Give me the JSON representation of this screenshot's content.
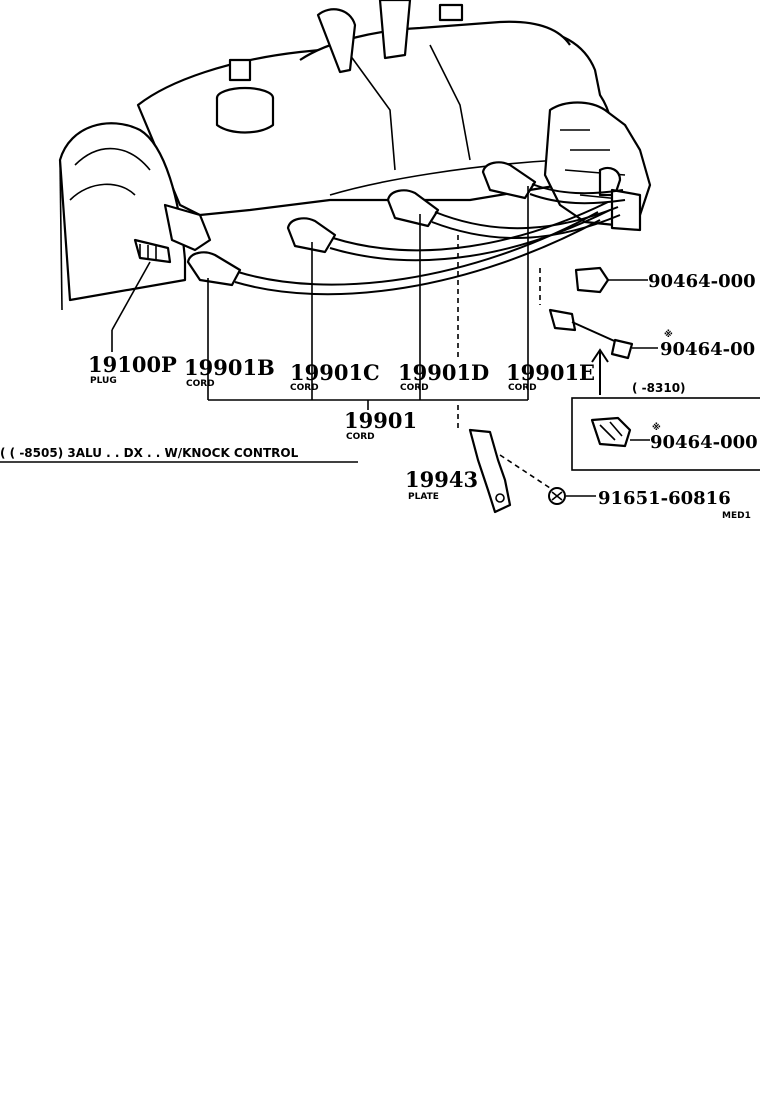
{
  "parts": {
    "plug": {
      "number": "19100P",
      "caption": "PLUG"
    },
    "cord_b": {
      "number": "19901B",
      "caption": "CORD"
    },
    "cord_c": {
      "number": "19901C",
      "caption": "CORD"
    },
    "cord_d": {
      "number": "19901D",
      "caption": "CORD"
    },
    "cord_e": {
      "number": "19901E",
      "caption": "CORD"
    },
    "cord_set": {
      "number": "19901",
      "caption": "CORD"
    },
    "clamp_a": {
      "number": "90464-000"
    },
    "clamp_b": {
      "number": "90464-00",
      "mark": "※"
    },
    "clamp_c": {
      "number": "90464-000",
      "mark": "※"
    },
    "plate": {
      "number": "19943",
      "caption": "PLATE"
    },
    "nut": {
      "number": "91651-60816"
    }
  },
  "notes": {
    "applicability": "( ( -8505) 3ALU . . DX . . W/KNOCK CONTROL",
    "inset_range": "( -8310)",
    "figure_code": "MED1"
  }
}
